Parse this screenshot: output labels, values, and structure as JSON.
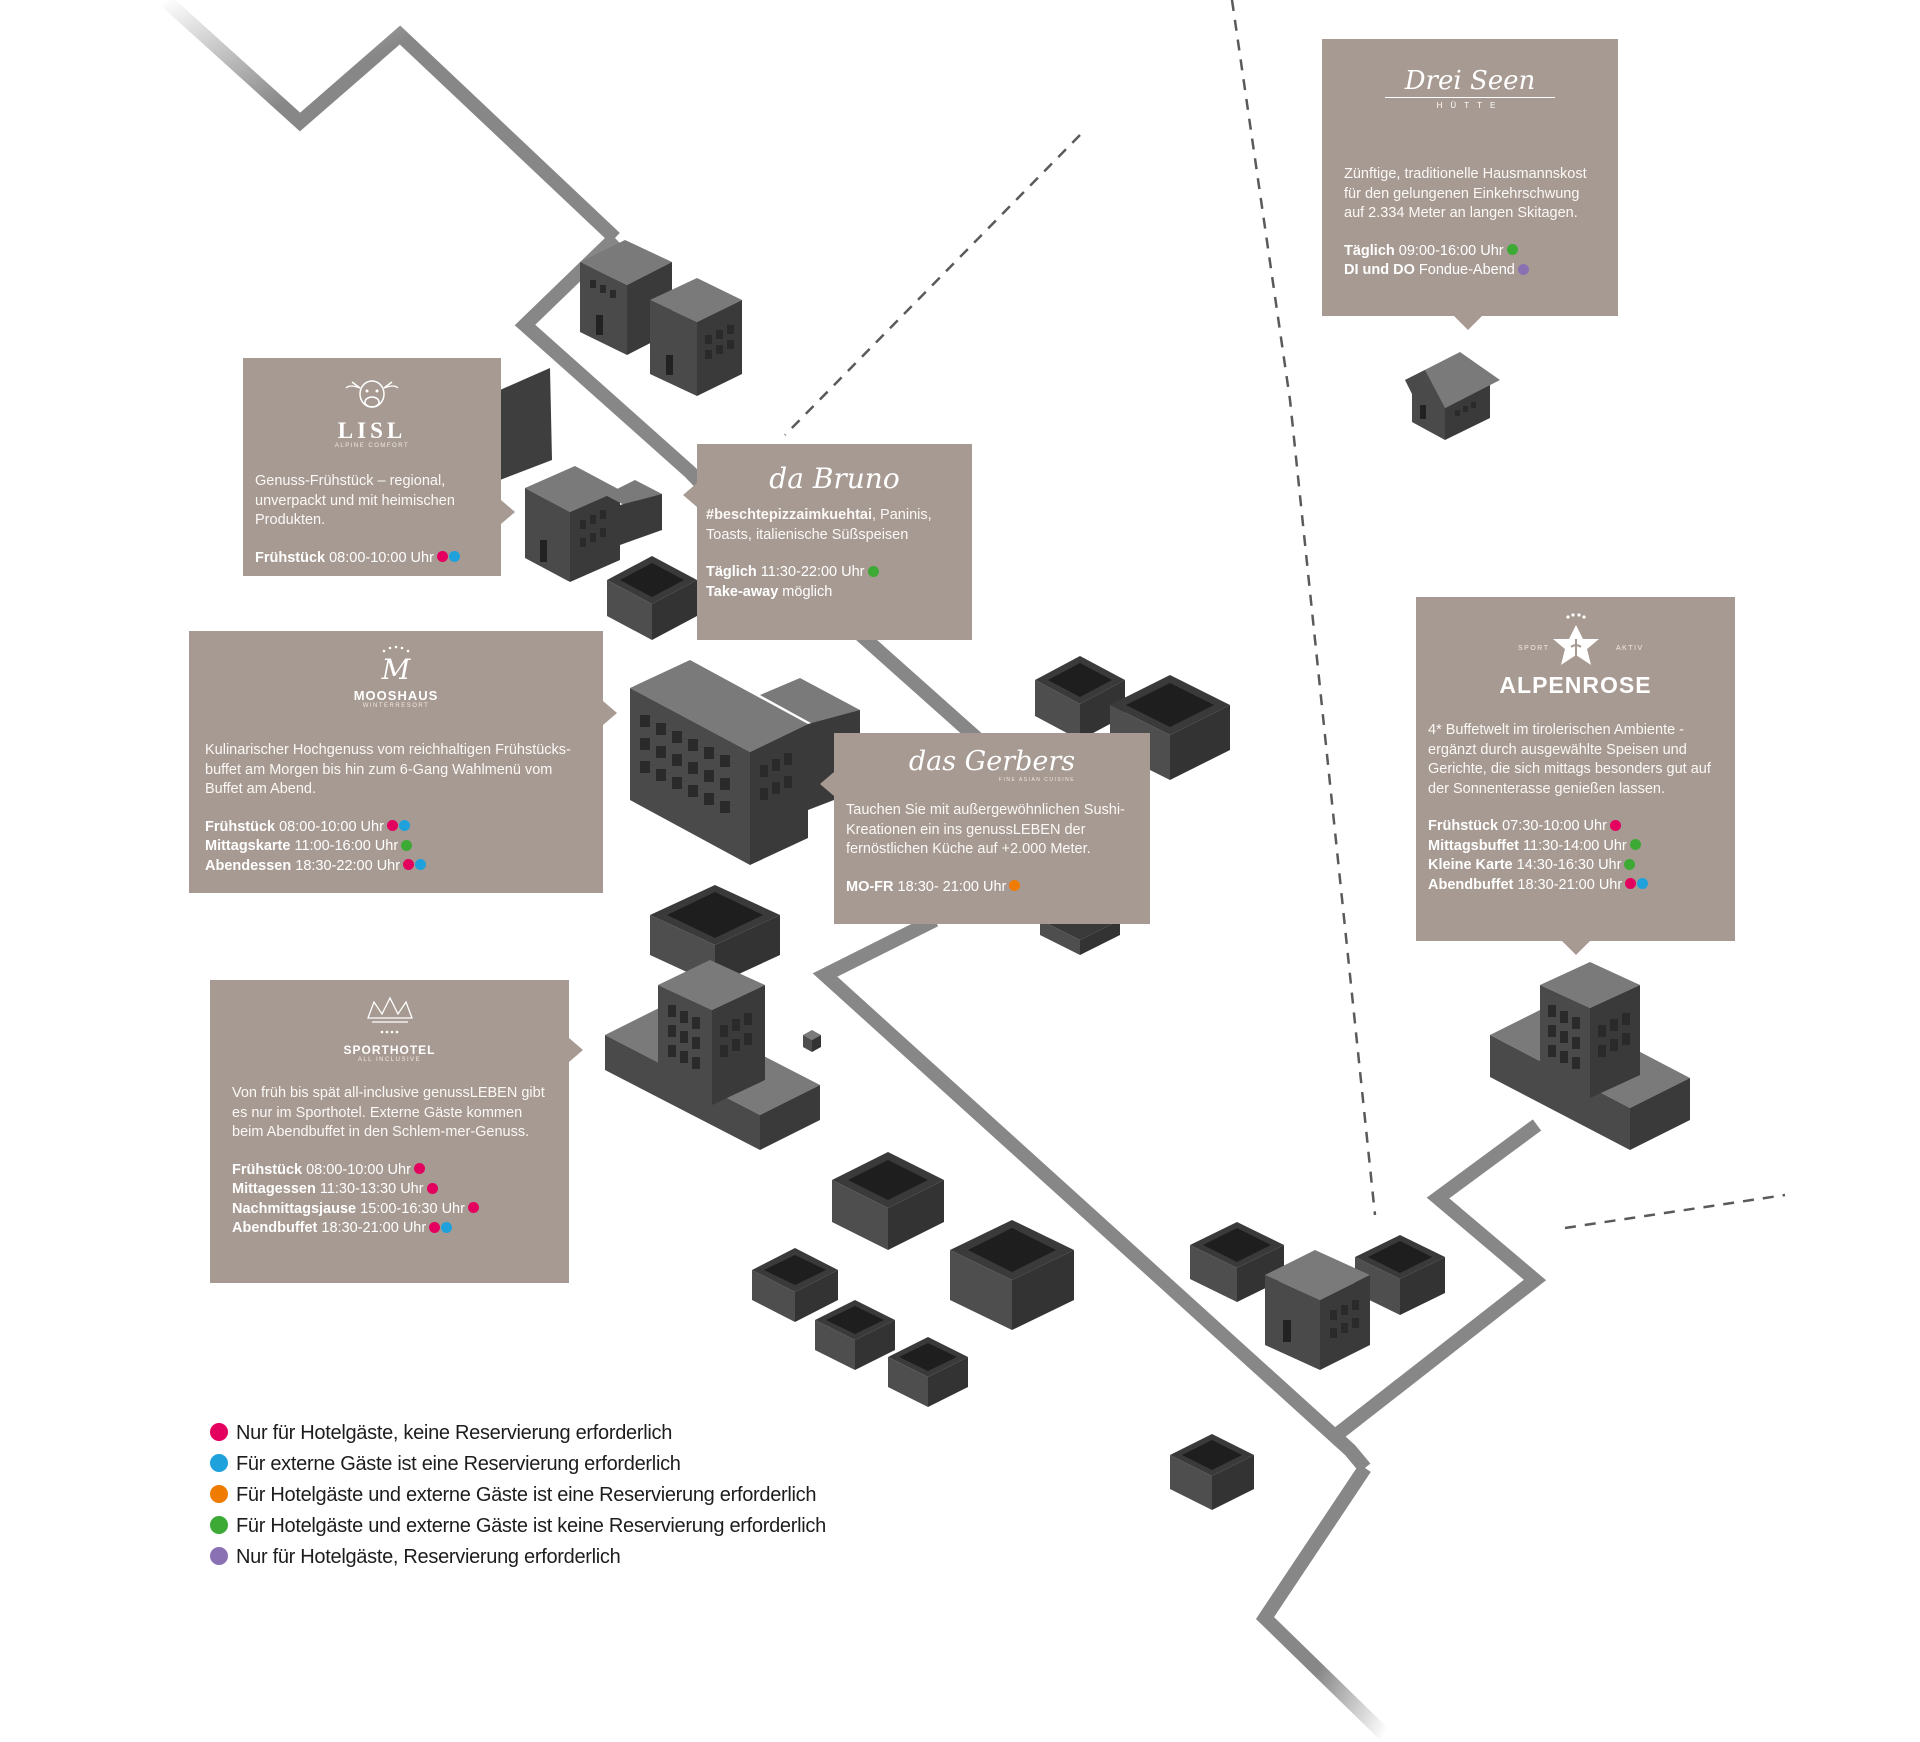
{
  "colors": {
    "card_bg": "#a79a92",
    "road": "#878787",
    "magenta": "#e3005f",
    "cyan": "#1fa1dc",
    "orange": "#ef7c00",
    "green": "#3caa35",
    "purple": "#8a71b4"
  },
  "cards": {
    "lisl": {
      "logo_text": "LISL",
      "logo_subtext": "ALPINE COMFORT",
      "logo_icon": "cow-head-icon",
      "description": "Genuss-Frühstück – regional, unverpackt und mit heimischen Produkten.",
      "hours": [
        {
          "label": "Frühstück",
          "time": "08:00-10:00 Uhr",
          "dots": [
            "magenta",
            "cyan"
          ]
        }
      ]
    },
    "dabruno": {
      "logo_text": "da Bruno",
      "description_bold": "#beschtepizzaimkuehtai",
      "description_rest": ", Paninis, Toasts, italienische Süßspeisen",
      "hours": [
        {
          "label": "Täglich",
          "time": "11:30-22:00 Uhr",
          "dots": [
            "green"
          ]
        },
        {
          "label": "Take-away",
          "time": "möglich",
          "dots": []
        }
      ]
    },
    "mooshaus": {
      "logo_text": "MOOSHAUS",
      "logo_subtext": "WINTERRESORT",
      "logo_icon": "m-crest-icon",
      "description": "Kulinarischer Hochgenuss vom reichhaltigen Frühstücks-buffet am Morgen bis hin zum 6-Gang Wahlmenü vom Buffet am Abend.",
      "hours": [
        {
          "label": "Frühstück",
          "time": "08:00-10:00 Uhr",
          "dots": [
            "magenta",
            "cyan"
          ]
        },
        {
          "label": "Mittagskarte",
          "time": "11:00-16:00 Uhr",
          "dots": [
            "green"
          ]
        },
        {
          "label": "Abendessen",
          "time": "18:30-22:00 Uhr",
          "dots": [
            "magenta",
            "cyan"
          ]
        }
      ]
    },
    "gerbers": {
      "logo_text": "das Gerbers",
      "logo_subtext": "FINE ASIAN CUISINE",
      "description": "Tauchen Sie mit außergewöhnlichen Sushi-Kreationen ein ins genussLEBEN der fernöstlichen Küche auf +2.000 Meter.",
      "hours": [
        {
          "label": "MO-FR",
          "time": "18:30- 21:00 Uhr",
          "dots": [
            "orange"
          ]
        }
      ]
    },
    "sporthotel": {
      "logo_text": "SPORTHOTEL",
      "logo_subtext": "ALL INCLUSIVE",
      "logo_icon": "crown-icon",
      "description": "Von früh bis spät all-inclusive genussLEBEN gibt es nur im Sporthotel. Externe Gäste kommen beim Abendbuffet in den Schlem-mer-Genuss.",
      "hours": [
        {
          "label": "Frühstück",
          "time": "08:00-10:00 Uhr",
          "dots": [
            "magenta"
          ]
        },
        {
          "label": "Mittagessen",
          "time": "11:30-13:30 Uhr",
          "dots": [
            "magenta"
          ]
        },
        {
          "label": "Nachmittagsjause",
          "time": "15:00-16:30 Uhr",
          "dots": [
            "magenta"
          ]
        },
        {
          "label": "Abendbuffet",
          "time": "18:30-21:00 Uhr",
          "dots": [
            "magenta",
            "cyan"
          ]
        }
      ]
    },
    "dreiseen": {
      "logo_text": "Drei Seen",
      "logo_subtext": "HÜTTE",
      "description": "Zünftige, traditionelle Hausmannskost für den gelungenen Einkehrschwung auf 2.334 Meter an langen Skitagen.",
      "hours": [
        {
          "label": "Täglich",
          "time": "09:00-16:00 Uhr",
          "dots": [
            "green"
          ]
        },
        {
          "label": "DI und DO",
          "time": "Fondue-Abend",
          "dots": [
            "purple"
          ]
        }
      ]
    },
    "alpenrose": {
      "logo_text": "ALPENROSE",
      "logo_left": "SPORT",
      "logo_right": "AKTIV",
      "logo_icon": "alpenrose-flower-icon",
      "description": "4* Buffetwelt im tirolerischen Ambiente - ergänzt durch ausgewählte Speisen und Gerichte, die sich mittags besonders gut auf der Sonnenterasse genießen lassen.",
      "hours": [
        {
          "label": "Frühstück",
          "time": "07:30-10:00 Uhr",
          "dots": [
            "magenta"
          ]
        },
        {
          "label": "Mittagsbuffet",
          "time": "11:30-14:00 Uhr",
          "dots": [
            "green"
          ]
        },
        {
          "label": "Kleine Karte",
          "time": "14:30-16:30 Uhr",
          "dots": [
            "green"
          ]
        },
        {
          "label": "Abendbuffet",
          "time": "18:30-21:00 Uhr",
          "dots": [
            "magenta",
            "cyan"
          ]
        }
      ]
    }
  },
  "legend": [
    {
      "color": "magenta",
      "text": "Nur für Hotelgäste, keine Reservierung erforderlich"
    },
    {
      "color": "cyan",
      "text": "Für externe Gäste ist eine Reservierung erforderlich"
    },
    {
      "color": "orange",
      "text": "Für Hotelgäste und externe Gäste ist eine Reservierung erforderlich"
    },
    {
      "color": "green",
      "text": "Für Hotelgäste und externe Gäste ist keine Reservierung erforderlich"
    },
    {
      "color": "purple",
      "text": "Nur für Hotelgäste, Reservierung erforderlich"
    }
  ]
}
